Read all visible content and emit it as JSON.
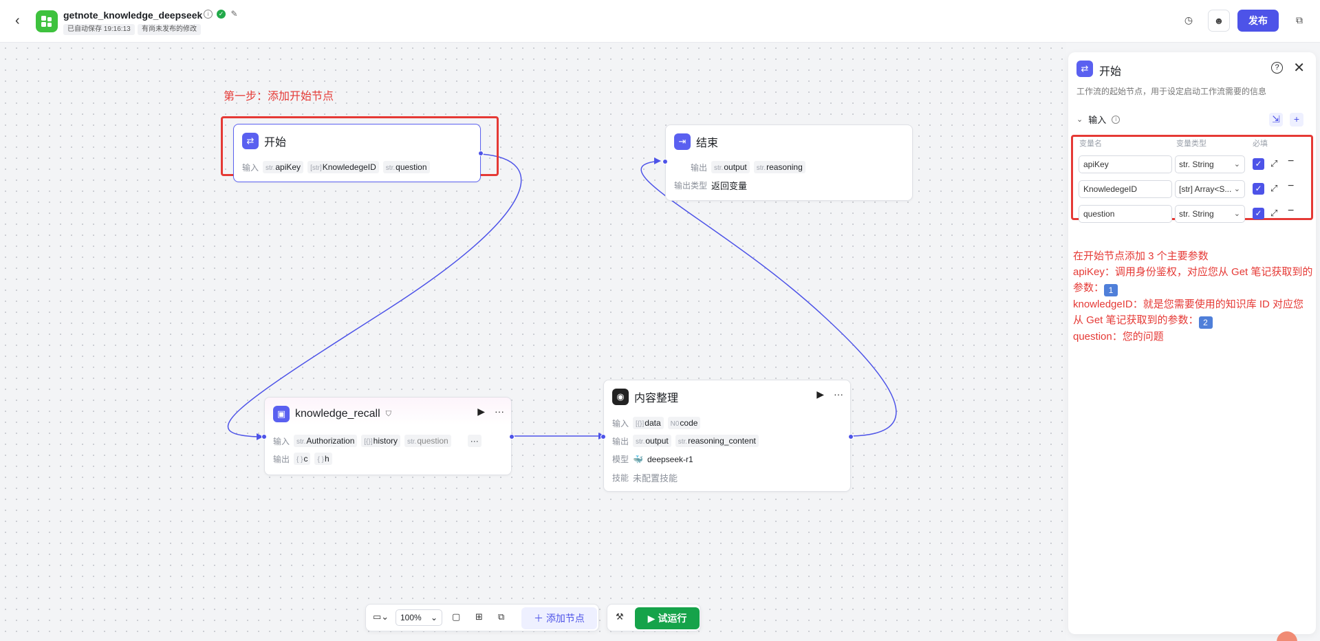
{
  "header": {
    "title": "getnote_knowledge_deepseek",
    "autosave": "已自动保存 19:16:13",
    "unpublished": "有尚未发布的修改",
    "publish_label": "发布"
  },
  "canvas": {
    "step_annotation": "第一步：添加开始节点",
    "start_node": {
      "title": "开始",
      "input_label": "输入",
      "inputs": [
        {
          "prefix": "str.",
          "name": "apiKey"
        },
        {
          "prefix": "[str]",
          "name": "KnowledegeID"
        },
        {
          "prefix": "str.",
          "name": "question"
        }
      ]
    },
    "end_node": {
      "title": "结束",
      "output_label": "输出",
      "outputs": [
        {
          "prefix": "str.",
          "name": "output"
        },
        {
          "prefix": "str.",
          "name": "reasoning"
        }
      ],
      "output_type_label": "输出类型",
      "output_type_value": "返回变量"
    },
    "recall_node": {
      "title": "knowledge_recall",
      "input_label": "输入",
      "inputs": [
        {
          "prefix": "str.",
          "name": "Authorization"
        },
        {
          "prefix": "[{}]",
          "name": "history"
        },
        {
          "prefix": "str.",
          "name": "question"
        }
      ],
      "output_label": "输出",
      "outputs": [
        {
          "prefix": "{ }",
          "name": "c"
        },
        {
          "prefix": "{ }",
          "name": "h"
        }
      ]
    },
    "llm_node": {
      "title": "内容整理",
      "input_label": "输入",
      "inputs": [
        {
          "prefix": "[{}]",
          "name": "data"
        },
        {
          "prefix": "N0",
          "name": "code"
        }
      ],
      "output_label": "输出",
      "outputs": [
        {
          "prefix": "str.",
          "name": "output"
        },
        {
          "prefix": "str.",
          "name": "reasoning_content"
        }
      ],
      "model_label": "模型",
      "model_value": "deepseek-r1",
      "skill_label": "技能",
      "skill_value": "未配置技能"
    }
  },
  "panel": {
    "title": "开始",
    "description": "工作流的起始节点，用于设定启动工作流需要的信息",
    "section_title": "输入",
    "col_name": "变量名",
    "col_type": "变量类型",
    "col_required": "必填",
    "params": [
      {
        "name": "apiKey",
        "type": "str. String",
        "required": true
      },
      {
        "name": "KnowledegeID",
        "type": "[str] Array<S...",
        "required": true
      },
      {
        "name": "question",
        "type": "str. String",
        "required": true
      }
    ],
    "notes": {
      "line1": "在开始节点添加 3 个主要参数",
      "line2": "apiKey：调用身份鉴权，对应您从 Get 笔记获取到的参数：",
      "badge1": "1",
      "line3": "knowledgeID：就是您需要使用的知识库 ID 对应您从 Get 笔记获取到的参数：",
      "badge2": "2",
      "line4": "question：您的问题"
    }
  },
  "toolbar": {
    "zoom": "100%",
    "add_node_label": "添加节点",
    "run_label": "试运行"
  },
  "colors": {
    "accent": "#4d53e8",
    "annotation": "#e53935",
    "run": "#16a34a"
  }
}
